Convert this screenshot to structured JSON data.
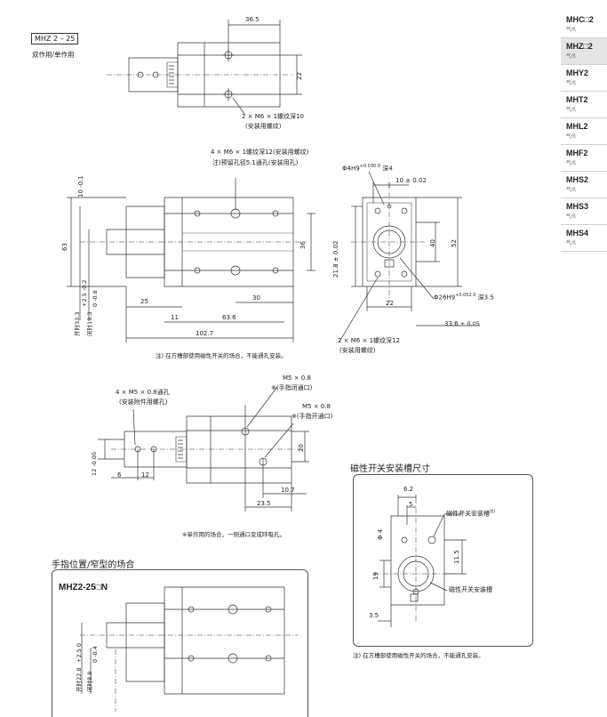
{
  "header": {
    "model": "MHZ 2 – 25",
    "subtitle": "双作用/单作用"
  },
  "sidebar": [
    {
      "name": "MHC□2",
      "sub": "气爪",
      "active": false
    },
    {
      "name": "MHZ□2",
      "sub": "气爪",
      "active": true
    },
    {
      "name": "MHY2",
      "sub": "气爪",
      "active": false
    },
    {
      "name": "MHT2",
      "sub": "气爪",
      "active": false
    },
    {
      "name": "MHL2",
      "sub": "气爪",
      "active": false
    },
    {
      "name": "MHF2",
      "sub": "气爪",
      "active": false
    },
    {
      "name": "MHS2",
      "sub": "气爪",
      "active": false
    },
    {
      "name": "MHS3",
      "sub": "气爪",
      "active": false
    },
    {
      "name": "MHS4",
      "sub": "气爪",
      "active": false
    }
  ],
  "top_view": {
    "dim_width": "36.5",
    "dim_height": "22",
    "callout_line1": "2 × M6 × 1螺纹深10",
    "callout_line2": "(安装用螺纹)"
  },
  "front_view": {
    "callout_line1": "4 × M6 × 1螺纹深12(安装用螺纹)",
    "callout_line2": "注)预留孔径5.1通孔(安装用孔)",
    "dim_top_tol": "10 -0.1",
    "dim_top_tol_sup": "0",
    "dim_63": "63",
    "dim_36": "36",
    "dim_25": "25",
    "dim_30": "30",
    "dim_11": "11",
    "dim_63_6": "63.6",
    "dim_102_7": "102.7",
    "open_label": "开时33.3",
    "open_tol": "+2.5 -0.2",
    "close_label": "闭时19.3",
    "close_tol": "0 -0.8",
    "note": "注) 在方槽部使用磁性开关的场合，不能通孔安装。"
  },
  "right_view": {
    "pin_hole": "Φ4H9",
    "pin_hole_tol": "+0.030 0",
    "pin_depth": "深4",
    "dim_10": "10 ± 0.02",
    "dim_40": "40",
    "dim_52": "52",
    "dim_21_8": "21.8 ± 0.02",
    "dim_22": "22",
    "bore": "Φ26H9",
    "bore_tol": "+0.052 0",
    "bore_depth": "深3.5",
    "dim_33_6": "33.6",
    "dim_33_6_tol": "± 0.05",
    "callout_line1": "2 × M6 × 1螺纹深12",
    "callout_line2": "(安装用螺纹)"
  },
  "port_view": {
    "callout_line1": "4 × M5 × 0.8通孔",
    "callout_line2": "(安装附件用螺孔)",
    "port1_line1": "M5 × 0.8",
    "port1_line2": "※(手指闭通口)",
    "port2_line1": "M5 × 0.8",
    "port2_line2": "※(手指开通口)",
    "dim_20": "20",
    "dim_12_tol": "12 -0.05",
    "dim_12_tol_sup": "0",
    "dim_6": "6",
    "dim_12": "12",
    "dim_10_7": "10.7",
    "dim_23_5": "23.5",
    "note": "※单作用的场合，一侧通口变成呼吸孔。"
  },
  "switch_slot": {
    "title": "磁性开关安装槽尺寸",
    "dim_6_2": "6.2",
    "dim_5": "5",
    "dim_d4": "Φ 4",
    "dim_19": "19",
    "dim_11_5": "11.5",
    "dim_3_5": "3.5",
    "label_slot_note": "磁性开关安装槽",
    "label_slot_note_sup": "注)",
    "label_slot": "磁性开关安装槽",
    "note": "注) 在方槽部使用磁性开关的场合，不能通孔安装。"
  },
  "narrow": {
    "title": "手指位置/窄型的场合",
    "model": "MHZ2-25□N",
    "open_label": "开时22.8",
    "open_tol": "+2.5 0",
    "close_label": "闭时8.8",
    "close_tol": "0 -0.4"
  }
}
